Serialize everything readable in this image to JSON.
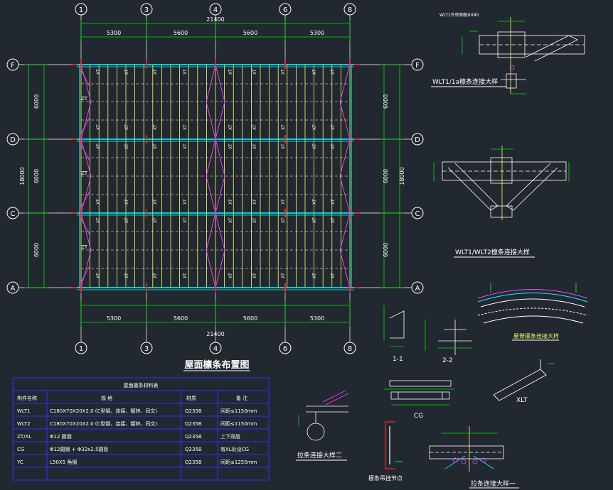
{
  "plan": {
    "title": "屋面檩条布置图",
    "axes_x": [
      "1",
      "3",
      "4",
      "6",
      "8"
    ],
    "axes_y": [
      "F",
      "D",
      "C",
      "A"
    ],
    "spans_top": [
      "5300",
      "5600",
      "5600",
      "5300"
    ],
    "total_top": "21400",
    "spans_bottom": [
      "5300",
      "5600",
      "5600",
      "5300"
    ],
    "total_bottom": "21400",
    "spans_left": [
      "6000",
      "6000",
      "6000"
    ],
    "total_left": "18000",
    "spans_right": [
      "6000",
      "6000",
      "6000"
    ],
    "total_right": "18000",
    "tie_label": "XT",
    "zt_label": "ZT"
  },
  "details": {
    "wlt1_title": "WLT1/1a檩条连接大样",
    "wlt1_note": "WLT1外侧钢板6X80",
    "wlt2_title": "WLT1/WLT2檩条连接大样",
    "ridge_title": "屋脊檩条连接大样",
    "sec11": "1-1",
    "sec22": "2-2",
    "cg": "CG",
    "xlt": "XLT",
    "tie2": "拉条连接大样二",
    "tie1": "拉条连接大样一",
    "hook": "檩条吊挂节点"
  },
  "table": {
    "title": "屋面檩条材料表",
    "headers": [
      "构件名称",
      "规 格",
      "材质",
      "备 注"
    ],
    "rows": [
      [
        "WLT1",
        "C180X70X20X2.0 (C型钢、连接、镀锌、同文)",
        "Q235B",
        "间距≤1150mm"
      ],
      [
        "WLT2",
        "C180X70X20X2.0 (C型钢、连接、镀锌、同文)",
        "Q235B",
        "间距≤1150mm"
      ],
      [
        "ZT/XL",
        "Φ12        圆钢",
        "Q235B",
        "上下双层"
      ],
      [
        "CG",
        "Φ12圆钢 + Φ32x2.5圆管",
        "Q235B",
        "有XL处设CG"
      ],
      [
        "YC",
        "L50X5        角钢",
        "Q235B",
        "间距≤1255mm"
      ]
    ]
  },
  "colors": {
    "background": "#212830",
    "axis": "#ffffff",
    "dim": "#00e000",
    "purlin": "#ffff60",
    "beam": "#00ffff",
    "brace": "#ff40ff",
    "column": "#ff2020",
    "table_border": "#3030ff"
  }
}
